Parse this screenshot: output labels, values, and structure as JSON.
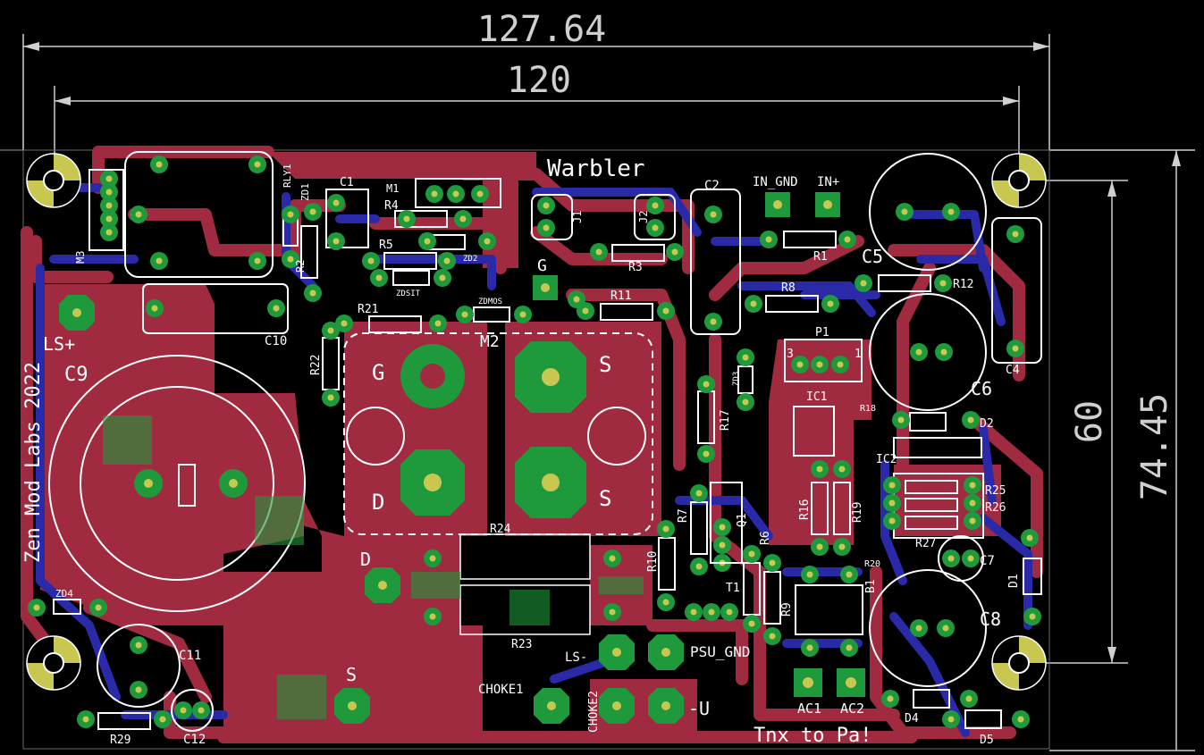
{
  "dimensions": {
    "top_outer": "127.64",
    "top_inner": "120",
    "right_inner": "60",
    "right_outer": "74.45"
  },
  "texts": {
    "board_title": "Warbler",
    "credit": "Zen Mod Labs 2022",
    "thanks": "Tnx to Pa!",
    "psu_gnd": "PSU_GND",
    "choke1": "CHOKE1",
    "choke2": "CHOKE2",
    "ls_plus": "LS+",
    "ls_minus": "LS-",
    "minus_u": "-U",
    "in_gnd": "IN_GND",
    "in_plus": "IN+",
    "ac1": "AC1",
    "ac2": "AC2"
  },
  "mosfet_labels": {
    "g_big": "G",
    "d_big": "D",
    "s_top": "S",
    "s_bottom": "S",
    "d_lower": "D",
    "s_lower": "S",
    "g_small": "G"
  },
  "parts": {
    "r1": "R1",
    "r2": "R2",
    "r3": "R3",
    "r4": "R4",
    "r5": "R5",
    "r6": "R6",
    "r7": "R7",
    "r8": "R8",
    "r9": "R9",
    "r10": "R10",
    "r11": "R11",
    "r12": "R12",
    "r16": "R16",
    "r17": "R17",
    "r18": "R18",
    "r19": "R19",
    "r20": "R20",
    "r21": "R21",
    "r22": "R22",
    "r23": "R23",
    "r24": "R24",
    "r25": "R25",
    "r26": "R26",
    "r27": "R27",
    "r29": "R29",
    "c1": "C1",
    "c2": "C2",
    "c4": "C4",
    "c5": "C5",
    "c6": "C6",
    "c7": "C7",
    "c8": "C8",
    "c9": "C9",
    "c10": "C10",
    "c11": "C11",
    "c12": "C12",
    "d1": "D1",
    "d2": "D2",
    "d4": "D4",
    "d5": "D5",
    "ic1": "IC1",
    "ic2": "IC2",
    "q1": "Q1",
    "t1": "T1",
    "m1": "M1",
    "m2": "M2",
    "m3": "M3",
    "p1": "P1",
    "b1": "B1",
    "j1": "J1",
    "j2": "J2",
    "rly1": "RLY1",
    "zd1": "ZD1",
    "zd2": "ZD2",
    "zd3": "ZD3",
    "zd4": "ZD4",
    "zd5it": "ZDSIT",
    "zdmos": "ZDMOS",
    "p1_pin3": "3",
    "p1_pin1": "1"
  },
  "colors": {
    "background": "#000000",
    "top_copper": "#a02a40",
    "bottom_copper": "#2a2aa8",
    "pad": "#1e9a3c",
    "silkscreen": "#ffffff",
    "dimension": "#cfcfcf"
  }
}
